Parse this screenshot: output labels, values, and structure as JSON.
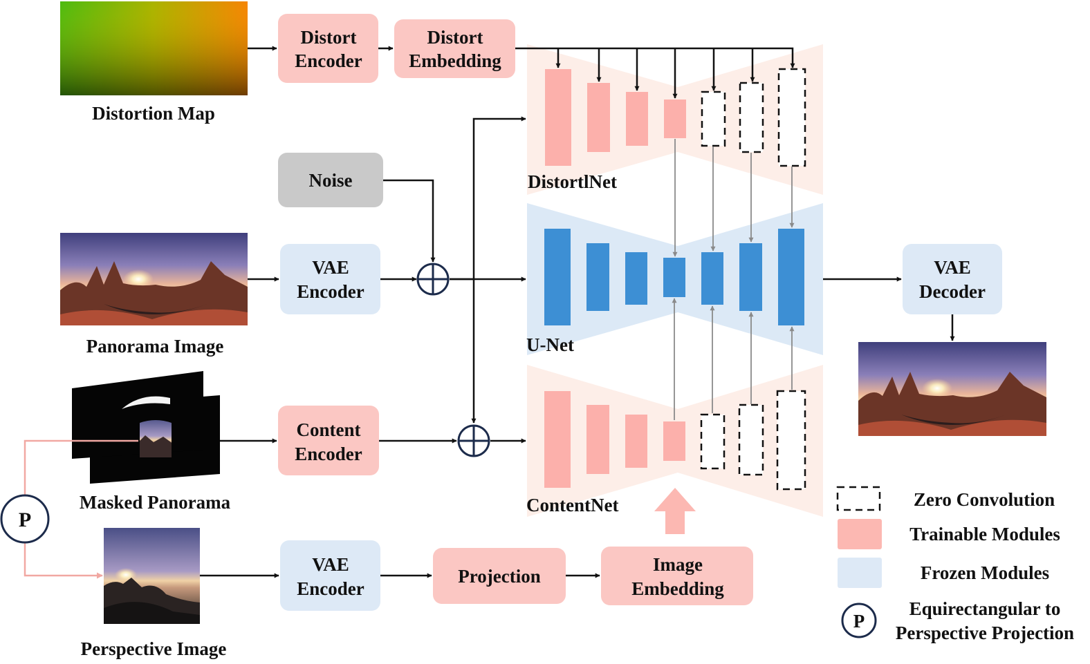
{
  "labels": {
    "distortion_map": "Distortion Map",
    "panorama_image": "Panorama Image",
    "masked_panorama": "Masked Panorama",
    "perspective_image": "Perspective Image",
    "distortlnet": "DistortlNet",
    "unet": "U-Net",
    "contentnet": "ContentNet",
    "projection_symbol": "P"
  },
  "modules": {
    "distort_encoder": [
      "Distort",
      "Encoder"
    ],
    "distort_embedding": [
      "Distort",
      "Embedding"
    ],
    "noise": "Noise",
    "vae_encoder_top": [
      "VAE",
      "Encoder"
    ],
    "content_encoder": [
      "Content",
      "Encoder"
    ],
    "vae_encoder_bottom": [
      "VAE",
      "Encoder"
    ],
    "projection": "Projection",
    "image_embedding": [
      "Image",
      "Embedding"
    ],
    "vae_decoder": [
      "VAE",
      "Decoder"
    ]
  },
  "legend": {
    "zero_convolution": "Zero Convolution",
    "trainable_modules": "Trainable Modules",
    "frozen_modules": "Frozen Modules",
    "projection_line1": "Equirectangular to",
    "projection_line2": "Perspective Projection"
  },
  "colors": {
    "trainable": "#fbc7c3",
    "frozen": "#dde9f6",
    "noise": "#c9c9c9",
    "unet_block": "#3d8fd4",
    "net_background_pink": "#fdeee8",
    "net_background_blue": "#dce9f6"
  }
}
